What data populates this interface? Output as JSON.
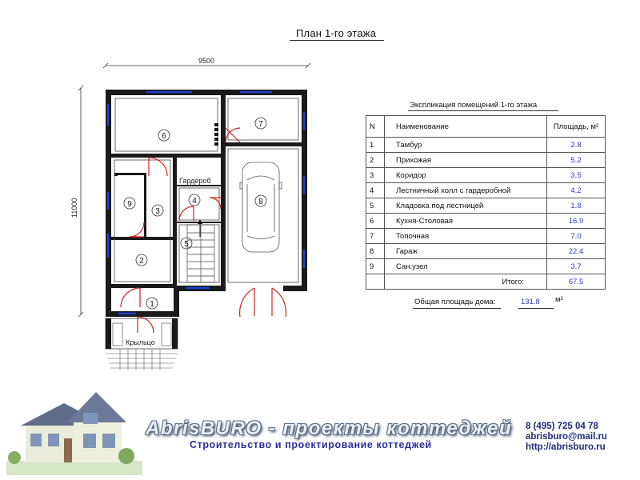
{
  "title": "План 1-го этажа",
  "plan": {
    "dim_width": "9500",
    "dim_height": "11000",
    "wardrobe_label": "Гардероб",
    "porch_label": "Крыльцо",
    "room_numbers": [
      "1",
      "2",
      "3",
      "4",
      "5",
      "6",
      "7",
      "8",
      "9"
    ]
  },
  "explication": {
    "title": "Экспликация помещений 1-го этажа",
    "headers": {
      "num": "N",
      "name": "Наименование",
      "area": "Площадь, м²"
    },
    "rows": [
      {
        "num": "1",
        "name": "Тамбур",
        "area": "2.8"
      },
      {
        "num": "2",
        "name": "Прихожая",
        "area": "5.2"
      },
      {
        "num": "3",
        "name": "Коридор",
        "area": "3.5"
      },
      {
        "num": "4",
        "name": "Лестничный холл с гардеробной",
        "area": "4.2"
      },
      {
        "num": "5",
        "name": "Кладовка под лестницей",
        "area": "1.8"
      },
      {
        "num": "6",
        "name": "Кухня-Столовая",
        "area": "16.9"
      },
      {
        "num": "7",
        "name": "Топочная",
        "area": "7.0"
      },
      {
        "num": "8",
        "name": "Гараж",
        "area": "22.4"
      },
      {
        "num": "9",
        "name": "Сан.узел",
        "area": "3.7"
      }
    ],
    "total_label": "Итого:",
    "total_value": "67.5"
  },
  "house_total": {
    "label": "Общая площадь дома:",
    "value": "131.8",
    "unit": "м²"
  },
  "footer": {
    "brand": "AbrisBURO - проекты коттеджей",
    "tagline": "Строительство и проектирование коттеджей",
    "phone": "8 (495) 725 04 78",
    "email": "abrisburo@mail.ru",
    "url": "http://abrisburo.ru"
  },
  "colors": {
    "wall": "#1a1a1a",
    "window": "#1f3fd0",
    "door": "#d42020",
    "table_value": "#2a3ec0",
    "brand_tagline": "#2a2f9c"
  }
}
